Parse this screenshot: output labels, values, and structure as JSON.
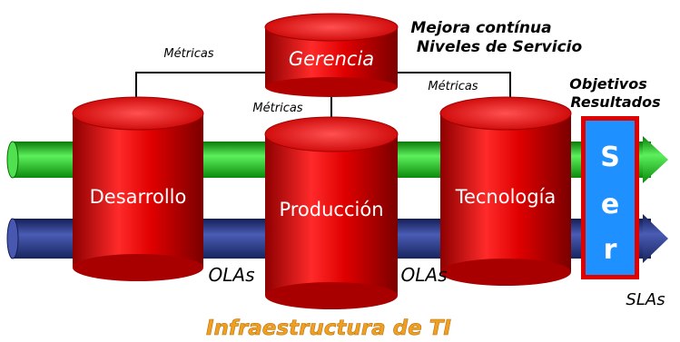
{
  "header": {
    "line1": "Mejora contínua",
    "line2": "Niveles de Servicio"
  },
  "goals": {
    "line1": "Objetivos",
    "line2": "Resultados"
  },
  "cylinders": {
    "gerencia": "Gerencia",
    "desarrollo": "Desarrollo",
    "produccion": "Producción",
    "tecnologia": "Tecnología"
  },
  "metrics": {
    "left": "Métricas",
    "center": "Métricas",
    "right": "Métricas"
  },
  "agreements": {
    "ola_left": "OLAs",
    "ola_right": "OLAs",
    "sla": "SLAs"
  },
  "service_box": {
    "letters": [
      "S",
      "e",
      "r"
    ]
  },
  "footer": {
    "title": "Infraestructura de TI"
  },
  "colors": {
    "cylinder_red": "#e00000",
    "pipe_green": "#22cc22",
    "pipe_blue": "#2a3a8a",
    "service_blue": "#1e90ff",
    "service_border": "#e00000",
    "footer_orange": "#f0a020"
  }
}
